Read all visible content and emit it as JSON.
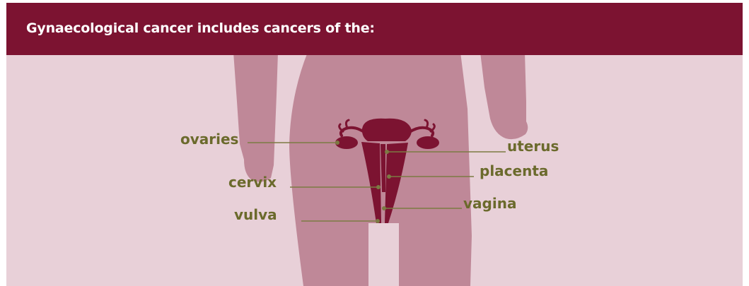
{
  "header": {
    "title": "Gynaecological cancer includes cancers of the:"
  },
  "labels": {
    "ovaries": "ovaries",
    "uterus": "uterus",
    "placenta": "placenta",
    "cervix": "cervix",
    "vagina": "vagina",
    "vulva": "vulva"
  },
  "colors": {
    "banner": "#7c1331",
    "background": "#e8d0d8",
    "body": "#bf8898",
    "organ": "#7c1331",
    "label": "#6b6a2c",
    "leader": "#7c7a43"
  }
}
